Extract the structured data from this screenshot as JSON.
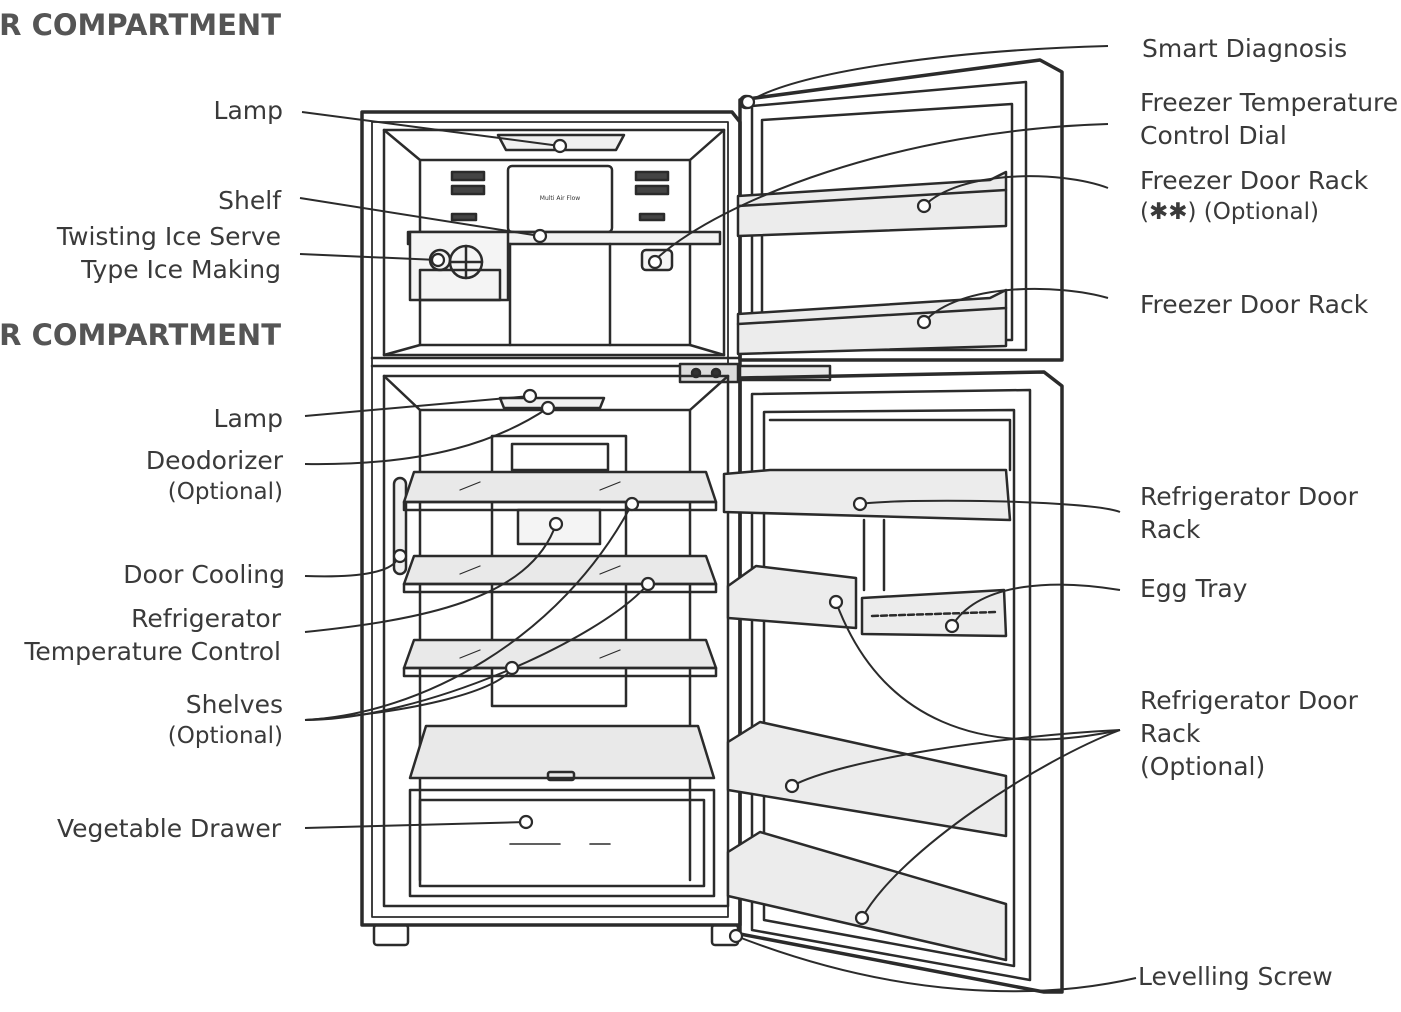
{
  "headings": {
    "freezer": [
      "FREEZER",
      "COMPARTMENT"
    ],
    "refrigerator": [
      "REFRIGERATOR",
      "COMPARTMENT"
    ]
  },
  "left_labels": {
    "freezer_lamp": "Lamp",
    "shelf": "Shelf",
    "ice_maker": [
      "Twisting Ice Serve",
      "Type Ice Making"
    ],
    "fridge_lamp": "Lamp",
    "deodorizer": [
      "Deodorizer",
      "(Optional)"
    ],
    "door_cooling": "Door Cooling",
    "temp_control": [
      "Refrigerator",
      "Temperature Control"
    ],
    "shelves": [
      "Shelves",
      "(Optional)"
    ],
    "vegetable_drawer": "Vegetable Drawer"
  },
  "right_labels": {
    "smart_diagnosis": "Smart Diagnosis",
    "freezer_dial": [
      "Freezer Temperature",
      "Control Dial"
    ],
    "freezer_rack_optional": [
      "Freezer Door Rack",
      "(✱✱) (Optional)"
    ],
    "freezer_rack": "Freezer Door Rack",
    "fridge_rack": [
      "Refrigerator Door",
      "Rack"
    ],
    "egg_tray": "Egg Tray",
    "fridge_rack_optional": [
      "Refrigerator Door",
      "Rack",
      "(Optional)"
    ],
    "levelling_screw": "Levelling Screw"
  },
  "panel_text": "Multi Air Flow",
  "colors": {
    "line": "#2b2b2b",
    "text": "#3a3a3a",
    "heading": "#555555",
    "glass": "#e6e6e6"
  }
}
